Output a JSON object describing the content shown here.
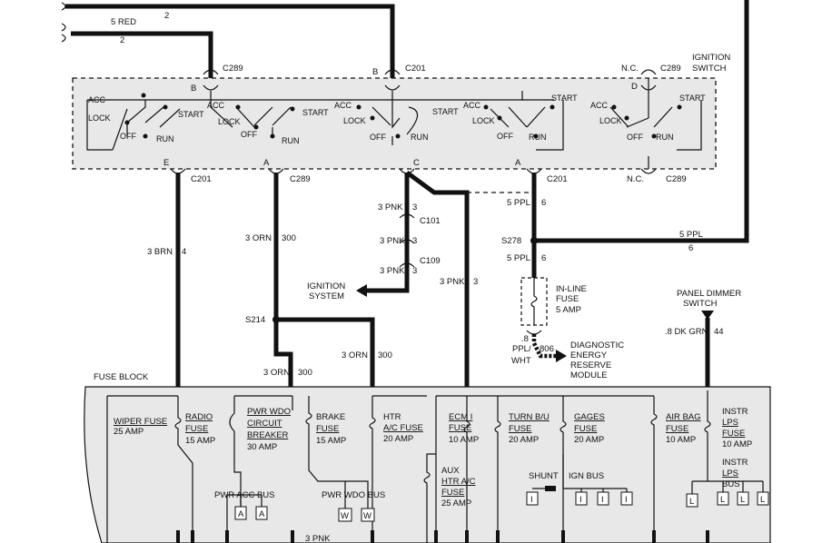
{
  "wires": {
    "top1_color": "5 RED",
    "top1_gauge": "2",
    "top2_gauge": "2",
    "brn": "3 BRN",
    "brn_num": "4",
    "orn_top": "3 ORN",
    "orn_top_num": "300",
    "orn_mid": "3 ORN",
    "orn_mid_num": "300",
    "orn_low": "3 ORN",
    "orn_low_num": "300",
    "pnk1": "3 PNK",
    "pnk1_num": "3",
    "pnk2": "3 PNK",
    "pnk2_num": "3",
    "pnk3": "3 PNK",
    "pnk3_num": "3",
    "pnk4": "3 PNK",
    "pnk4_num": "3",
    "ppl1": "5 PPL",
    "ppl1_num": "6",
    "ppl2": "5 PPL",
    "ppl2_num": "6",
    "ppl_long": "5 PPL",
    "ppl_long_num": "6",
    "ppl_wht_a": ".8",
    "ppl_wht_b": "PPL/",
    "ppl_wht_c": "WHT",
    "ppl_wht_num": "806",
    "dkgrn": ".8 DK GRN",
    "dkgrn_num": "44",
    "pnk_bottom": "3 PNK"
  },
  "connectors": {
    "c289_top_left": "C289",
    "c201_top": "C201",
    "c289_top_right": "C289",
    "c201_e": "C201",
    "c289_a": "C289",
    "c201_a": "C201",
    "c289_bottom_right": "C289",
    "c101": "C101",
    "c109": "C109",
    "s278": "S278",
    "s214": "S214"
  },
  "pins": {
    "b1": "B",
    "b2": "B",
    "d": "D",
    "e": "E",
    "a1": "A",
    "c": "C",
    "a2": "A",
    "nc_top": "N.C.",
    "nc_bottom": "N.C."
  },
  "switch": {
    "title_line1": "IGNITION",
    "title_line2": "SWITCH",
    "acc": "ACC",
    "lock": "LOCK",
    "off": "OFF",
    "run": "RUN",
    "start": "START"
  },
  "components": {
    "ignition_system_1": "IGNITION",
    "ignition_system_2": "SYSTEM",
    "inline_fuse_1": "IN-LINE",
    "inline_fuse_2": "FUSE",
    "inline_fuse_3": "5 AMP",
    "dier_1": "DIAGNOSTIC",
    "dier_2": "ENERGY",
    "dier_3": "RESERVE",
    "dier_4": "MODULE",
    "dimmer_1": "PANEL DIMMER",
    "dimmer_2": "SWITCH"
  },
  "fuse_block": {
    "title": "FUSE BLOCK",
    "wiper_1": "WIPER FUSE",
    "wiper_2": "25 AMP",
    "radio_1": "RADIO",
    "radio_2": "FUSE",
    "radio_3": "15 AMP",
    "pwr_1": "PWR WDO",
    "pwr_2": "CIRCUIT",
    "pwr_3": "BREAKER",
    "pwr_4": "30 AMP",
    "brake_1": "BRAKE",
    "brake_2": "FUSE",
    "brake_3": "15 AMP",
    "htr_1": "HTR",
    "htr_2": "A/C FUSE",
    "htr_3": "20 AMP",
    "ecm_1": "ECM I",
    "ecm_2": "FUSE",
    "ecm_3": "10 AMP",
    "aux_1": "AUX",
    "aux_2": "HTR A/C",
    "aux_3": "FUSE",
    "aux_4": "25 AMP",
    "turn_1": "TURN B/U",
    "turn_2": "FUSE",
    "turn_3": "20 AMP",
    "gages_1": "GAGES",
    "gages_2": "FUSE",
    "gages_3": "20 AMP",
    "airbag_1": "AIR BAG",
    "airbag_2": "FUSE",
    "airbag_3": "10 AMP",
    "instr_1": "INSTR",
    "instr_2": "LPS",
    "instr_3": "FUSE",
    "instr_4": "10 AMP",
    "instrbus_1": "INSTR",
    "instrbus_2": "LPS",
    "instrbus_3": "BUS",
    "shunt": "SHUNT",
    "ign_bus": "IGN BUS",
    "pwr_acc_bus": "PWR ACC BUS",
    "pwr_wdo_bus": "PWR WDO BUS",
    "letter_i": "I",
    "letter_a": "A",
    "letter_w": "W",
    "letter_l": "L"
  }
}
